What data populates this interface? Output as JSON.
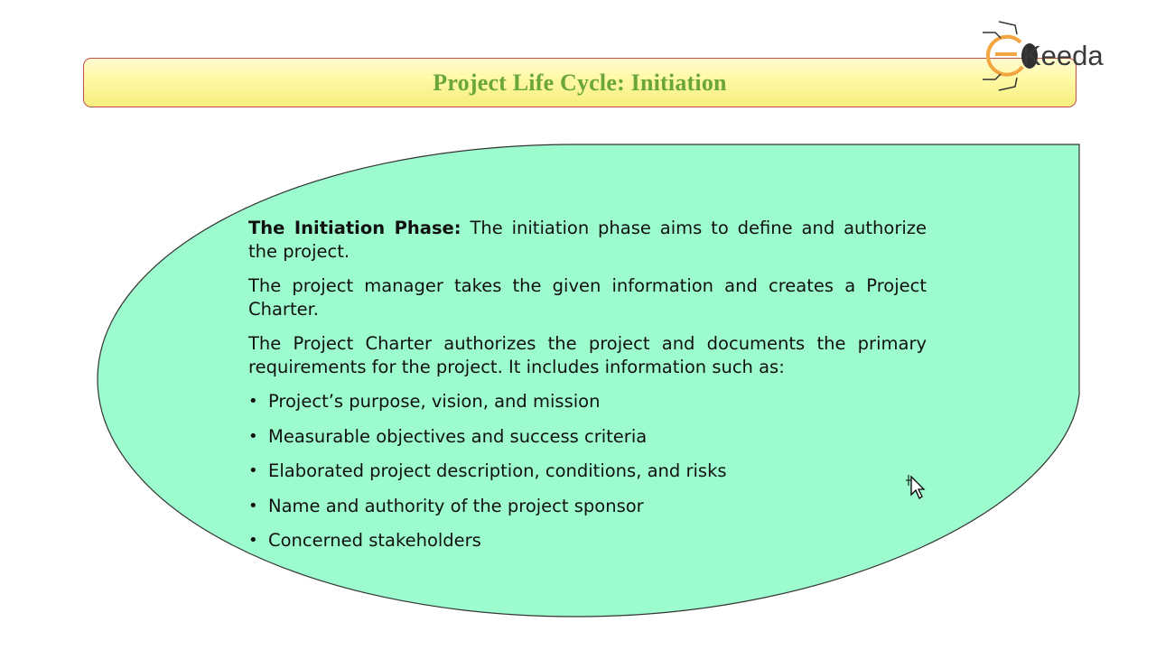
{
  "slide": {
    "title": "Project Life Cycle: Initiation",
    "logo_text": "Keeda",
    "intro_label": "The Initiation Phase:",
    "intro_text": " The initiation phase aims to define and authorize the project.",
    "para2": "The project manager takes the given information and creates a Project Charter.",
    "para3": "The Project Charter authorizes the project and documents the primary requirements for the project. It includes information such as:",
    "bullets": [
      "Project’s purpose, vision, and mission",
      "Measurable objectives and success criteria",
      "Elaborated project description, conditions, and risks",
      "Name and authority of the project sponsor",
      "Concerned stakeholders"
    ]
  },
  "colors": {
    "title_text": "#6aa63a",
    "title_border": "#c0504d",
    "blob_fill": "#9dfcce",
    "blob_stroke": "#333333"
  }
}
